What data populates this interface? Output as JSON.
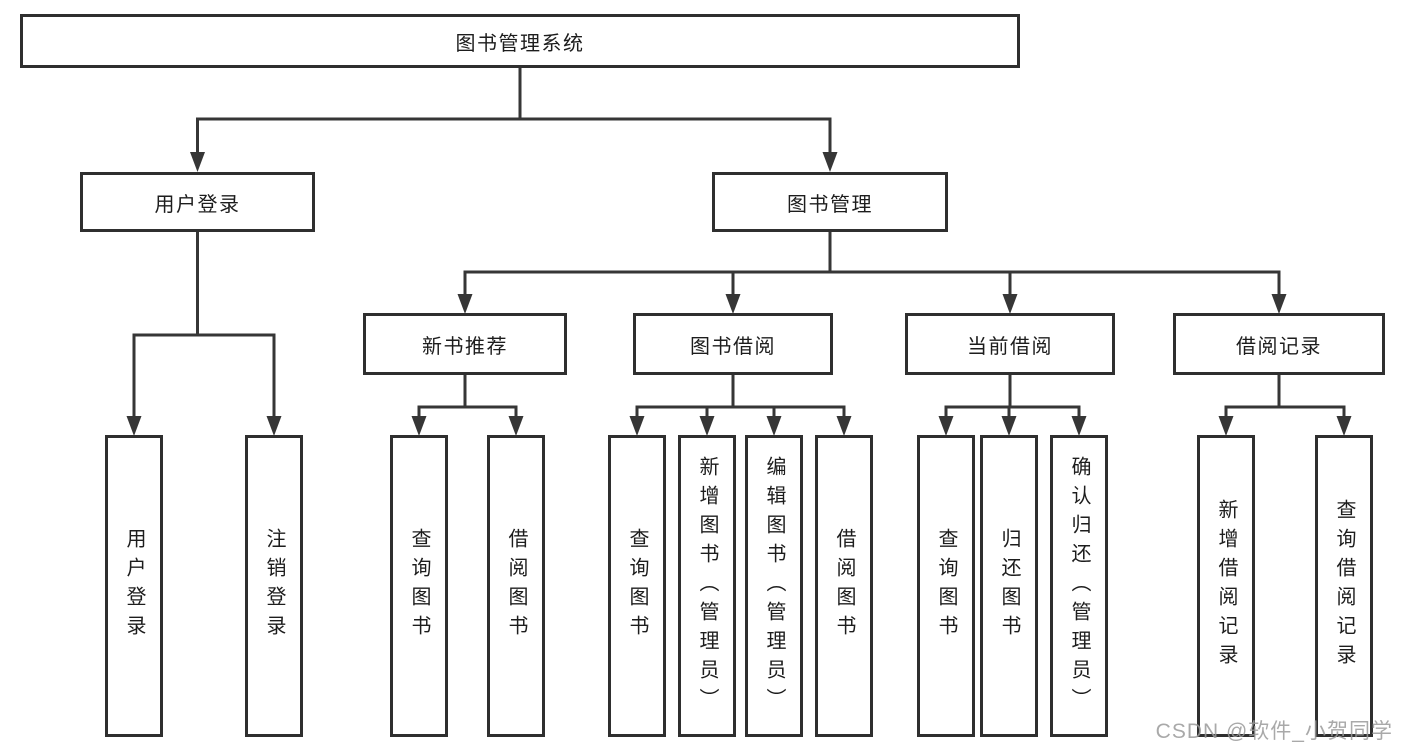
{
  "diagram": {
    "root": "图书管理系统",
    "level2": {
      "user_login": "用户登录",
      "book_management": "图书管理"
    },
    "level3": {
      "new_books": "新书推荐",
      "book_borrow": "图书借阅",
      "current_borrow": "当前借阅",
      "borrow_records": "借阅记录"
    },
    "leaves": {
      "user_login": [
        "用户登录",
        "注销登录"
      ],
      "new_books": [
        "查询图书",
        "借阅图书"
      ],
      "book_borrow": [
        "查询图书",
        "新增图书（管理员）",
        "编辑图书（管理员）",
        "借阅图书"
      ],
      "current_borrow": [
        "查询图书",
        "归还图书",
        "确认归还（管理员）"
      ],
      "borrow_records": [
        "新增借阅记录",
        "查询借阅记录"
      ]
    }
  },
  "watermark": {
    "text": "CSDN @软件_小贺同学"
  },
  "colors": {
    "line": "#363636",
    "box_border": "#2f2f2f",
    "text": "#1d1d1d",
    "watermark": "#9b9b9b",
    "background": "#ffffff"
  }
}
